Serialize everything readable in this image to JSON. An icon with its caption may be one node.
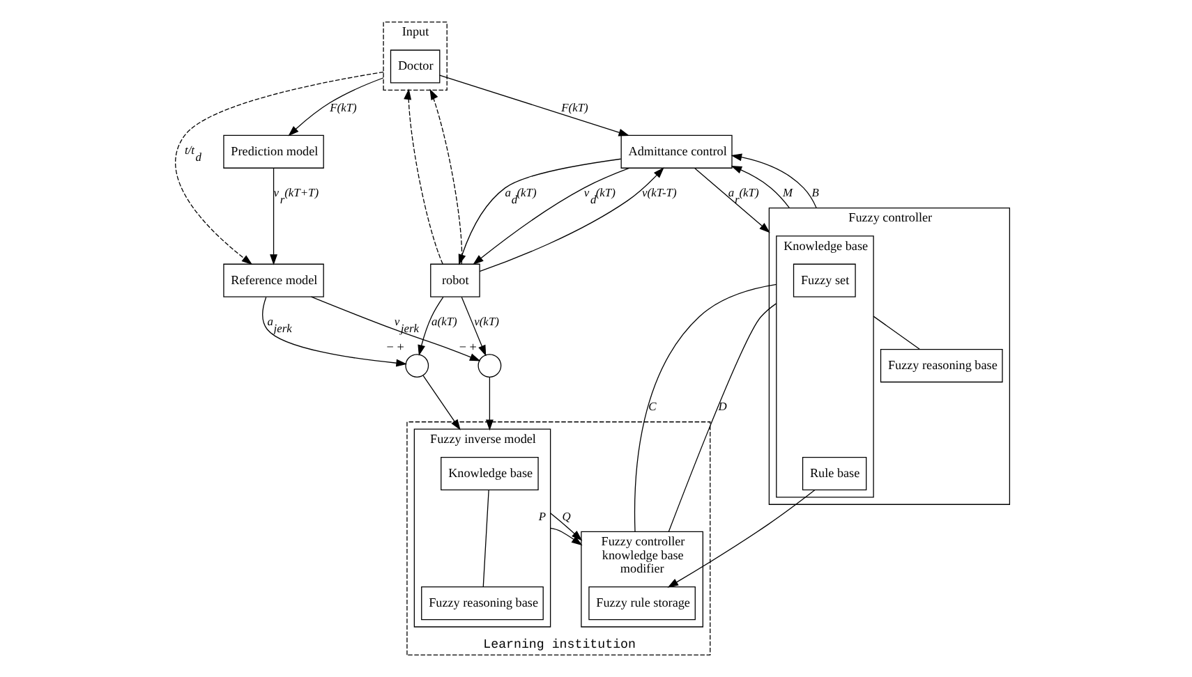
{
  "diagram": {
    "nodes": [
      {
        "text": [
          "Input"
        ]
      },
      {
        "text": [
          "Doctor"
        ],
        "in": 0
      },
      {
        "text": [
          "Prediction model"
        ]
      },
      {
        "text": [
          "Reference model"
        ]
      },
      {
        "text": [
          "Admittance control"
        ]
      },
      {
        "text": [
          "robot"
        ]
      },
      {
        "text": [],
        "shape": "circle",
        "beside": [
          "−",
          "+"
        ]
      },
      {
        "text": [],
        "shape": "circle",
        "beside": [
          "−",
          "+"
        ]
      },
      {
        "text": [
          "Learning institution"
        ]
      },
      {
        "text": [
          "Fuzzy controller"
        ]
      },
      {
        "text": [
          "Knowledge base"
        ],
        "in": 9
      },
      {
        "text": [
          "Fuzzy set"
        ],
        "in": 10
      },
      {
        "text": [
          "Rule base"
        ],
        "in": 10
      },
      {
        "text": [
          "Fuzzy reasoning base"
        ],
        "in": 9
      },
      {
        "text": [
          "Fuzzy controller knowledge base modifier"
        ],
        "in": 8
      },
      {
        "text": [
          "Fuzzy rule storage"
        ],
        "in": 14
      },
      {
        "text": [
          "Fuzzy inverse model"
        ],
        "in": 8
      },
      {
        "text": [
          "Knowledge base"
        ],
        "in": 16
      },
      {
        "text": [
          "Fuzzy reasoning base"
        ],
        "in": 16
      }
    ],
    "edges": [
      {
        "from": 0,
        "to": 2,
        "arrow": "to",
        "label": "F(kT)"
      },
      {
        "from": 2,
        "to": 3,
        "arrow": "to",
        "label": "v$_{r}$(kT+T)"
      },
      {
        "from": 0,
        "to": 3,
        "arrow": "to",
        "label": "t/t$_{d}$",
        "style": "dashed"
      },
      {
        "from": 5,
        "to": 0,
        "arrow": "to",
        "style": "dashed"
      },
      {
        "from": 5,
        "to": 0,
        "arrow": "to",
        "style": "dashed"
      },
      {
        "from": 5,
        "to": 4,
        "arrow": "to",
        "label": "v(kT-T)"
      },
      {
        "from": 1,
        "to": 4,
        "arrow": "to",
        "label": "F(kT)"
      },
      {
        "from": 4,
        "to": 5,
        "arrow": "to",
        "label": "a$_{d}$(kT)"
      },
      {
        "from": 4,
        "to": 5,
        "arrow": "to",
        "label": "v$_{d}$(kT)"
      },
      {
        "from": 5,
        "to": 6,
        "arrow": "to",
        "label": "v(kT)"
      },
      {
        "from": 5,
        "to": 7,
        "arrow": "to",
        "label": "a(kT)"
      },
      {
        "from": 3,
        "to": 6,
        "arrow": "to",
        "label": "v$_{jerk}$"
      },
      {
        "from": 3,
        "to": 7,
        "arrow": "to",
        "label": "a$_{jerk}$"
      },
      {
        "from": 6,
        "to": 16,
        "arrow": "to"
      },
      {
        "from": 7,
        "to": 16,
        "arrow": "to"
      },
      {
        "from": 4,
        "to": 9,
        "arrow": "to",
        "label": "a$_{r}$(kT)"
      },
      {
        "from": 9,
        "to": 4,
        "arrow": "to",
        "label": "M"
      },
      {
        "from": 9,
        "to": 4,
        "arrow": "to",
        "label": "B"
      },
      {
        "from": 10,
        "to": 14,
        "arrow": "none",
        "label": "C"
      },
      {
        "from": 10,
        "to": 14,
        "arrow": "none",
        "label": "D"
      },
      {
        "from": 12,
        "to": 15,
        "arrow": "to"
      },
      {
        "from": 10,
        "to": 13,
        "arrow": "none"
      },
      {
        "from": 16,
        "to": 14,
        "arrow": "to",
        "label": "P"
      },
      {
        "from": 16,
        "to": 14,
        "arrow": "to",
        "label": "Q"
      },
      {
        "from": 17,
        "to": 18,
        "arrow": "none"
      }
    ]
  }
}
